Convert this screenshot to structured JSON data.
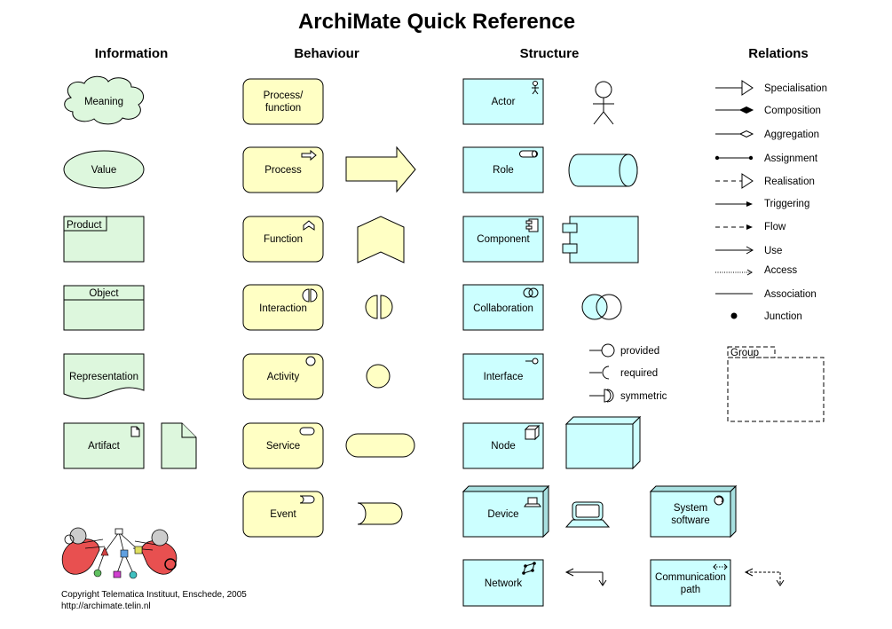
{
  "title": "ArchiMate Quick Reference",
  "columns": {
    "information": "Information",
    "behaviour": "Behaviour",
    "structure": "Structure",
    "relations": "Relations"
  },
  "information": {
    "meaning": "Meaning",
    "value": "Value",
    "product": "Product",
    "object": "Object",
    "representation": "Representation",
    "artifact": "Artifact"
  },
  "behaviour": {
    "process_function_1": "Process/",
    "process_function_2": "function",
    "process": "Process",
    "function": "Function",
    "interaction": "Interaction",
    "activity": "Activity",
    "service": "Service",
    "event": "Event"
  },
  "structure": {
    "actor": "Actor",
    "role": "Role",
    "component": "Component",
    "collaboration": "Collaboration",
    "interface": "Interface",
    "node": "Node",
    "device": "Device",
    "network": "Network",
    "system_software_1": "System",
    "system_software_2": "software",
    "communication_path_1": "Communication",
    "communication_path_2": "path",
    "iface_provided": "provided",
    "iface_required": "required",
    "iface_symmetric": "symmetric"
  },
  "relations": {
    "specialisation": "Specialisation",
    "composition": "Composition",
    "aggregation": "Aggregation",
    "assignment": "Assignment",
    "realisation": "Realisation",
    "triggering": "Triggering",
    "flow": "Flow",
    "use": "Use",
    "access": "Access",
    "association": "Association",
    "junction": "Junction",
    "group": "Group"
  },
  "copyright": {
    "line1": "Copyright Telematica Instituut, Enschede, 2005",
    "line2": "http://archimate.telin.nl"
  },
  "colors": {
    "information_fill": "#ddf7dd",
    "behaviour_fill": "#ffffc4",
    "structure_fill": "#ccffff",
    "device_fill": "#a8e0e0"
  }
}
